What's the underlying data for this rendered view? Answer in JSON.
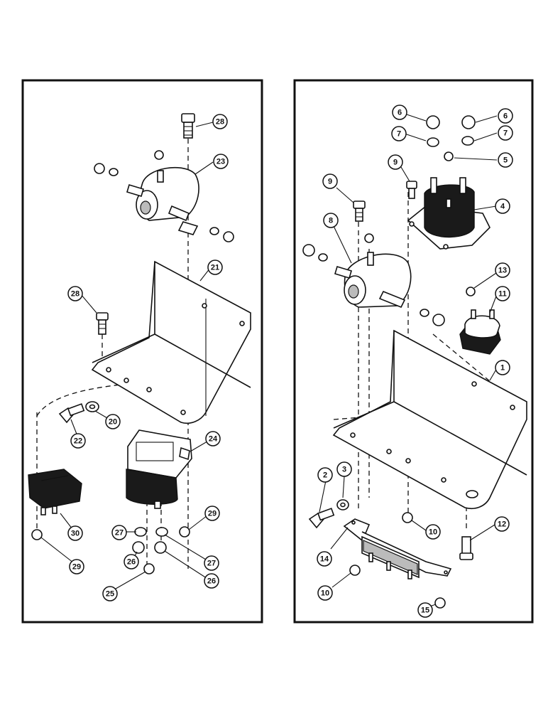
{
  "left_panel": {
    "callouts": [
      "28",
      "23",
      "21",
      "28",
      "22",
      "20",
      "24",
      "30",
      "27",
      "29",
      "26",
      "27",
      "29",
      "26",
      "25"
    ]
  },
  "right_panel": {
    "callouts": [
      "6",
      "6",
      "7",
      "7",
      "5",
      "9",
      "9",
      "4",
      "8",
      "13",
      "11",
      "1",
      "2",
      "3",
      "12",
      "10",
      "14",
      "10",
      "15"
    ]
  }
}
